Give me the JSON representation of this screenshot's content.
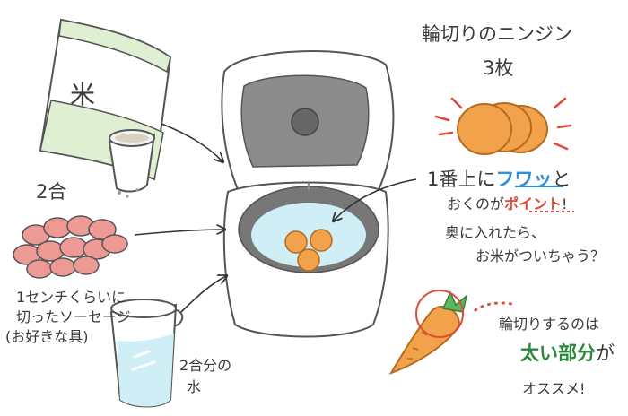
{
  "rice_bag_kanji": "米",
  "rice_amount": "2合",
  "sausage_note_line1": "1センチくらいに",
  "sausage_note_line2": "切ったソーセージ",
  "sausage_note_line3": "(お好きな具)",
  "water_amount_line1": "2合分の",
  "water_amount_line2": "水",
  "carrot_title_line1": "輪切りのニンジン",
  "carrot_title_line2": "3枚",
  "tip_line1_a": "1番上に",
  "tip_line1_fuwa": "フワッ",
  "tip_line1_b": "と",
  "tip_line2_a": "おくのが",
  "tip_line2_point": "ポイント",
  "tip_line2_b": "!",
  "warn_line1": "奥に入れたら、",
  "warn_line2": "お米がついちゃう？",
  "cut_line1": "輪切りするのは",
  "cut_line2_thick": "太い部分",
  "cut_line2_b": "が",
  "cut_line3": "オススメ!",
  "colors": {
    "carrot": "#f1a24a",
    "carrot_dark": "#d9822a",
    "water": "#cfeef6",
    "bag_green": "#dff0d2",
    "accent_red": "#e04a3a",
    "accent_blue": "#2f8fd8",
    "accent_green": "#2a8a3c"
  }
}
